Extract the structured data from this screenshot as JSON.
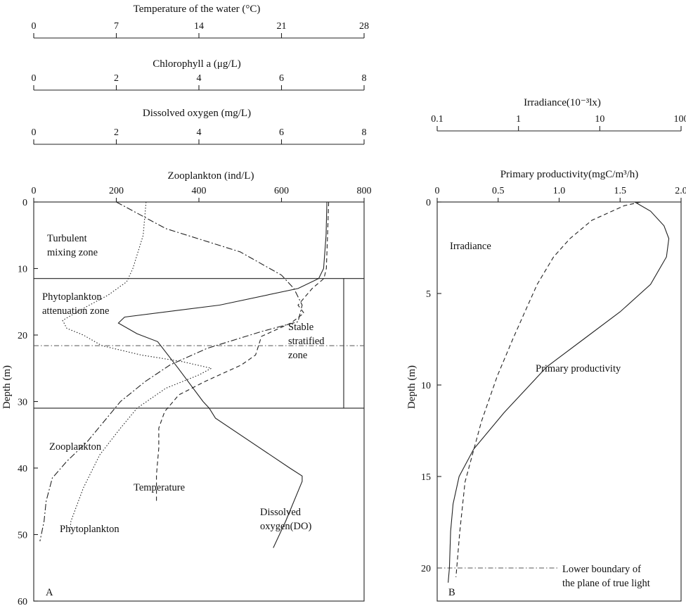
{
  "chart_data": [
    {
      "type": "line",
      "panel_label": "A",
      "axes": {
        "temperature": {
          "label": "Temperature of the water (°C)",
          "lim": [
            0,
            28
          ],
          "ticks": [
            0,
            7,
            14,
            21,
            28
          ]
        },
        "chlorophyll": {
          "label": "Chlorophyll a (μg/L)",
          "lim": [
            0,
            8
          ],
          "ticks": [
            0,
            2,
            4,
            6,
            8
          ]
        },
        "oxygen": {
          "label": "Dissolved oxygen (mg/L)",
          "lim": [
            0,
            8
          ],
          "ticks": [
            0,
            2,
            4,
            6,
            8
          ]
        },
        "zooplankton": {
          "label": "Zooplankton (ind/L)",
          "lim": [
            0,
            800
          ],
          "ticks": [
            0,
            200,
            400,
            600,
            800
          ]
        },
        "depth": {
          "label": "Depth (m)",
          "lim": [
            0,
            60
          ],
          "ticks": [
            0,
            10,
            20,
            30,
            40,
            50,
            60
          ]
        }
      },
      "zones": [
        {
          "name": "Turbulent mixing zone",
          "from": 0,
          "to": 11.5
        },
        {
          "name": "Phytoplankton attenuation zone",
          "from": 11.5,
          "to": 21.6
        },
        {
          "name": "Stable stratified zone",
          "from": 11.5,
          "to": 31
        }
      ],
      "boundaries": [
        11.5,
        31
      ],
      "reference_line_depth": 21.6,
      "series": [
        {
          "name": "Dissolved oxygen(DO)",
          "axis": "oxygen",
          "style": "solid",
          "points": [
            [
              7.1,
              0
            ],
            [
              7.08,
              5
            ],
            [
              7.02,
              10
            ],
            [
              6.9,
              11.5
            ],
            [
              6.4,
              13
            ],
            [
              4.5,
              15.5
            ],
            [
              2.2,
              17.3
            ],
            [
              2.05,
              18.2
            ],
            [
              2.5,
              19.8
            ],
            [
              3.0,
              21
            ],
            [
              3.5,
              25
            ],
            [
              4.1,
              30
            ],
            [
              4.25,
              31
            ],
            [
              4.4,
              32.5
            ],
            [
              6.2,
              40
            ],
            [
              6.5,
              41.2
            ],
            [
              6.5,
              42
            ],
            [
              6.1,
              48
            ],
            [
              5.8,
              52
            ]
          ]
        },
        {
          "name": "Temperature",
          "axis": "temperature",
          "style": "dashed",
          "points": [
            [
              25,
              0
            ],
            [
              24.9,
              5
            ],
            [
              24.8,
              10
            ],
            [
              24.6,
              11.5
            ],
            [
              23.6,
              13
            ],
            [
              22.4,
              15.5
            ],
            [
              22.9,
              16.7
            ],
            [
              21.8,
              18.2
            ],
            [
              19.3,
              20.2
            ],
            [
              18.8,
              23
            ],
            [
              17.6,
              24.5
            ],
            [
              14.5,
              27
            ],
            [
              12.3,
              29
            ],
            [
              11.1,
              31.5
            ],
            [
              10.6,
              34
            ],
            [
              10.6,
              37
            ],
            [
              10.4,
              41
            ],
            [
              10.4,
              45.3
            ]
          ]
        },
        {
          "name": "Zooplankton",
          "axis": "zooplankton",
          "style": "dashdot",
          "points": [
            [
              200,
              0
            ],
            [
              320,
              4
            ],
            [
              500,
              7.5
            ],
            [
              600,
              11
            ],
            [
              630,
              13
            ],
            [
              650,
              15.5
            ],
            [
              640,
              18
            ],
            [
              550,
              19.5
            ],
            [
              420,
              22
            ],
            [
              330,
              24.5
            ],
            [
              270,
              27
            ],
            [
              210,
              30
            ],
            [
              170,
              33
            ],
            [
              130,
              36
            ],
            [
              80,
              39
            ],
            [
              45,
              41.5
            ],
            [
              30,
              45
            ],
            [
              25,
              48
            ],
            [
              15,
              51
            ]
          ]
        },
        {
          "name": "Phytoplankton",
          "axis": "chlorophyll",
          "style": "dotted",
          "points": [
            [
              2.72,
              0
            ],
            [
              2.65,
              5
            ],
            [
              2.5,
              8
            ],
            [
              2.4,
              10
            ],
            [
              2.25,
              12
            ],
            [
              1.8,
              14
            ],
            [
              1.2,
              16
            ],
            [
              0.7,
              17.8
            ],
            [
              0.8,
              19
            ],
            [
              1.2,
              20
            ],
            [
              1.65,
              21.6
            ],
            [
              2.6,
              23
            ],
            [
              3.6,
              24
            ],
            [
              4.3,
              25
            ],
            [
              4.0,
              26
            ],
            [
              3.2,
              28
            ],
            [
              2.5,
              31
            ],
            [
              2.1,
              34
            ],
            [
              1.6,
              38
            ],
            [
              1.2,
              43
            ],
            [
              0.9,
              48
            ],
            [
              0.88,
              49.5
            ]
          ]
        }
      ],
      "annotations": [
        "Turbulent",
        "mixing zone",
        "Phytoplankton",
        "attenuation zone",
        "Stable",
        "stratified",
        "zone",
        "Zooplankton",
        "Temperature",
        "Phytoplankton",
        "Dissolved",
        "oxygen(DO)"
      ]
    },
    {
      "type": "line",
      "panel_label": "B",
      "axes": {
        "irradiance": {
          "label": "Irradiance(10⁻³lx)",
          "scale": "log",
          "lim": [
            0.1,
            100
          ],
          "ticks": [
            0.1,
            1,
            10,
            100
          ],
          "tick_labels": [
            "0.1",
            "1",
            "10",
            "100"
          ]
        },
        "productivity": {
          "label": "Primary productivity(mgC/m³/h)",
          "lim": [
            0,
            2
          ],
          "ticks": [
            0,
            0.5,
            1.0,
            1.5,
            2.0
          ],
          "tick_labels": [
            "0",
            "0.5",
            "1.0",
            "1.5",
            "2.0"
          ]
        },
        "depth": {
          "label": "Depth (m)",
          "lim": [
            0,
            21
          ],
          "ticks": [
            0,
            5,
            10,
            15,
            20
          ]
        }
      },
      "reference_line": {
        "depth": 20,
        "label_lines": [
          "Lower boundary of",
          "the plane of true light"
        ]
      },
      "series": [
        {
          "name": "Irradiance",
          "axis": "irradiance",
          "style": "dashed",
          "points": [
            [
              32,
              0
            ],
            [
              20,
              0.2
            ],
            [
              8,
              1
            ],
            [
              4.3,
              2
            ],
            [
              2.7,
              3
            ],
            [
              1.7,
              4.5
            ],
            [
              1.2,
              6
            ],
            [
              0.85,
              7.5
            ],
            [
              0.55,
              9.5
            ],
            [
              0.35,
              12
            ],
            [
              0.22,
              15.3
            ],
            [
              0.19,
              18
            ],
            [
              0.17,
              20.5
            ]
          ]
        },
        {
          "name": "Primary productivity",
          "axis": "productivity",
          "style": "solid",
          "points": [
            [
              1.62,
              0
            ],
            [
              1.75,
              0.5
            ],
            [
              1.86,
              1.3
            ],
            [
              1.9,
              2
            ],
            [
              1.88,
              3
            ],
            [
              1.75,
              4.5
            ],
            [
              1.5,
              6
            ],
            [
              1.2,
              7.5
            ],
            [
              0.9,
              9
            ],
            [
              0.55,
              11.5
            ],
            [
              0.3,
              13.5
            ],
            [
              0.18,
              15
            ],
            [
              0.13,
              16.5
            ],
            [
              0.11,
              18
            ],
            [
              0.1,
              20
            ],
            [
              0.09,
              20.8
            ]
          ]
        }
      ],
      "annotations": [
        "Irradiance",
        "Primary productivity"
      ]
    }
  ]
}
